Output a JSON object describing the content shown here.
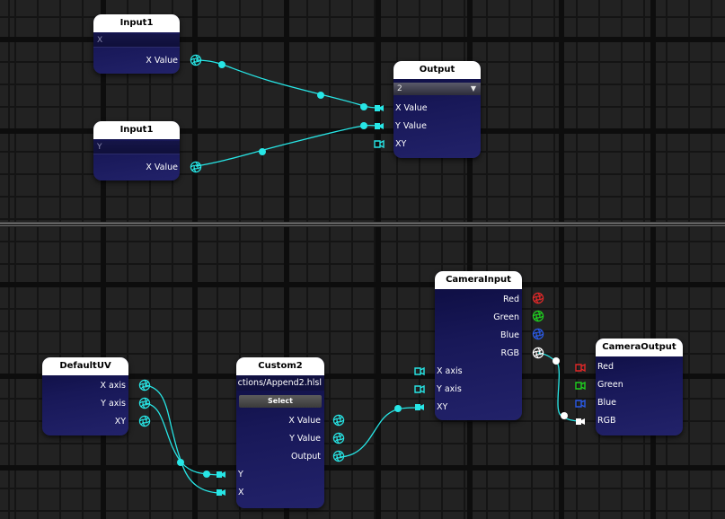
{
  "colors": {
    "wire": "#27e6e6",
    "node_body": "#15154e",
    "port_red": "#e02828",
    "port_green": "#1fd01f",
    "port_blue": "#2a5ae6",
    "port_white": "#ffffff"
  },
  "top_graph": {
    "input_x": {
      "title": "Input1",
      "field": "X",
      "output_label": "X Value",
      "output_icon": "aperture-port-icon"
    },
    "input_y": {
      "title": "Input1",
      "field": "Y",
      "output_label": "X Value",
      "output_icon": "aperture-port-icon"
    },
    "output": {
      "title": "Output",
      "dropdown_value": "2",
      "dropdown_icon": "chevron-down-icon",
      "inputs": [
        "X Value",
        "Y Value",
        "XY"
      ],
      "input_icon": "camera-port-icon"
    }
  },
  "bottom_graph": {
    "default_uv": {
      "title": "DefaultUV",
      "outputs": [
        "X axis",
        "Y axis",
        "XY"
      ]
    },
    "custom2": {
      "title": "Custom2",
      "path": "ctions/Append2.hlsl",
      "select_button": "Select",
      "outputs": [
        "X Value",
        "Y Value",
        "Output"
      ],
      "inputs": [
        "Y",
        "X"
      ]
    },
    "camera_input": {
      "title": "CameraInput",
      "outputs": [
        "Red",
        "Green",
        "Blue",
        "RGB"
      ],
      "inputs": [
        "X axis",
        "Y axis",
        "XY"
      ]
    },
    "camera_output": {
      "title": "CameraOutput",
      "inputs": [
        "Red",
        "Green",
        "Blue",
        "RGB"
      ]
    }
  }
}
